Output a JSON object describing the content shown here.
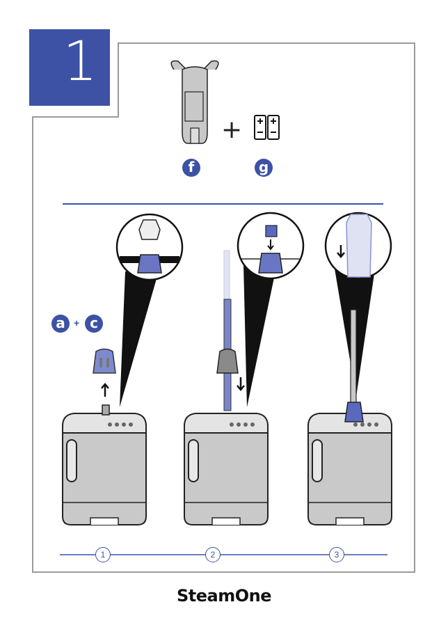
{
  "step_number": "1",
  "parts": [
    {
      "letter": "f",
      "icon": "base-tool-icon"
    },
    {
      "letter": "g",
      "icon": "batteries-icon"
    }
  ],
  "parts_plus": "+",
  "combo": {
    "left": "a",
    "plus": "+",
    "right": "c"
  },
  "substeps": [
    "1",
    "2",
    "3"
  ],
  "brand": "SteamOne",
  "colors": {
    "accent": "#3d52a5",
    "frame": "#9a9a9a",
    "body": "#c8c8c8"
  }
}
